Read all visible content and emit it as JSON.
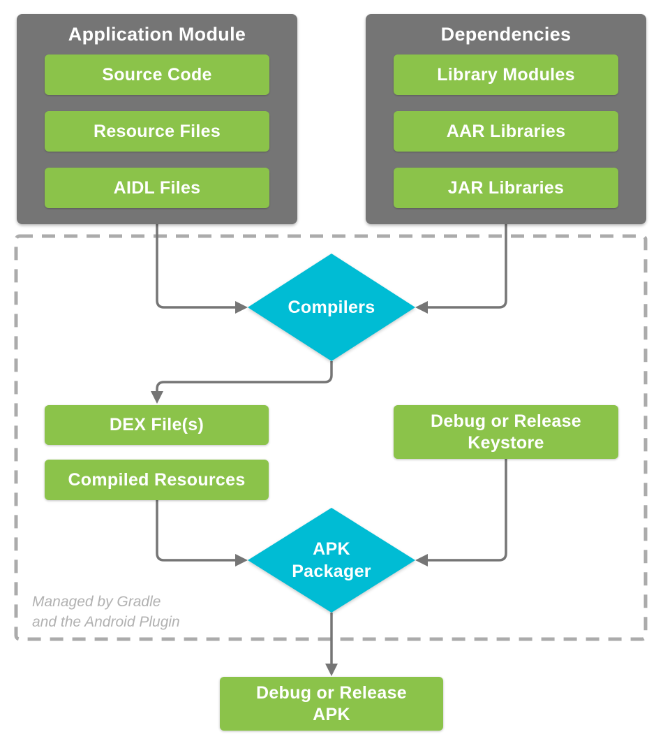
{
  "diagram": {
    "app_module": {
      "title": "Application Module",
      "items": [
        "Source Code",
        "Resource Files",
        "AIDL Files"
      ]
    },
    "dependencies": {
      "title": "Dependencies",
      "items": [
        "Library Modules",
        "AAR Libraries",
        "JAR Libraries"
      ]
    },
    "compilers_label": "Compilers",
    "dex_label": "DEX File(s)",
    "compiled_resources_label": "Compiled Resources",
    "keystore_label": "Debug or Release Keystore",
    "apk_packager_label": "APK Packager",
    "output_apk_label": "Debug or Release APK",
    "caption": {
      "line1": "Managed by Gradle",
      "line2": "and the Android Plugin"
    },
    "colors": {
      "container_gray": "#757575",
      "box_green": "#8BC34A",
      "diamond_cyan": "#00BCD4",
      "connector_gray": "#757575",
      "dashed_border_gray": "#ABABAB",
      "caption_gray": "#B1B1B1",
      "text_white": "#FFFFFF"
    }
  }
}
